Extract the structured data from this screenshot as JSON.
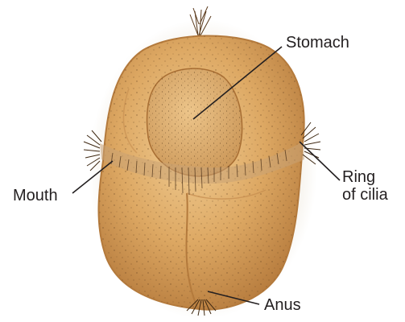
{
  "labels": {
    "stomach": "Stomach",
    "mouth": "Mouth",
    "ring_line1": "Ring",
    "ring_line2": "of cilia",
    "anus": "Anus"
  },
  "colors": {
    "body_fill": "#d9a560",
    "body_light": "#efc98c",
    "body_edge": "#b47a3c",
    "stomach_fill": "#e2b070",
    "cilia_band": "#8a6a48",
    "halo": "#f3efe6",
    "leader_line": "#231f20",
    "text": "#231f20"
  }
}
